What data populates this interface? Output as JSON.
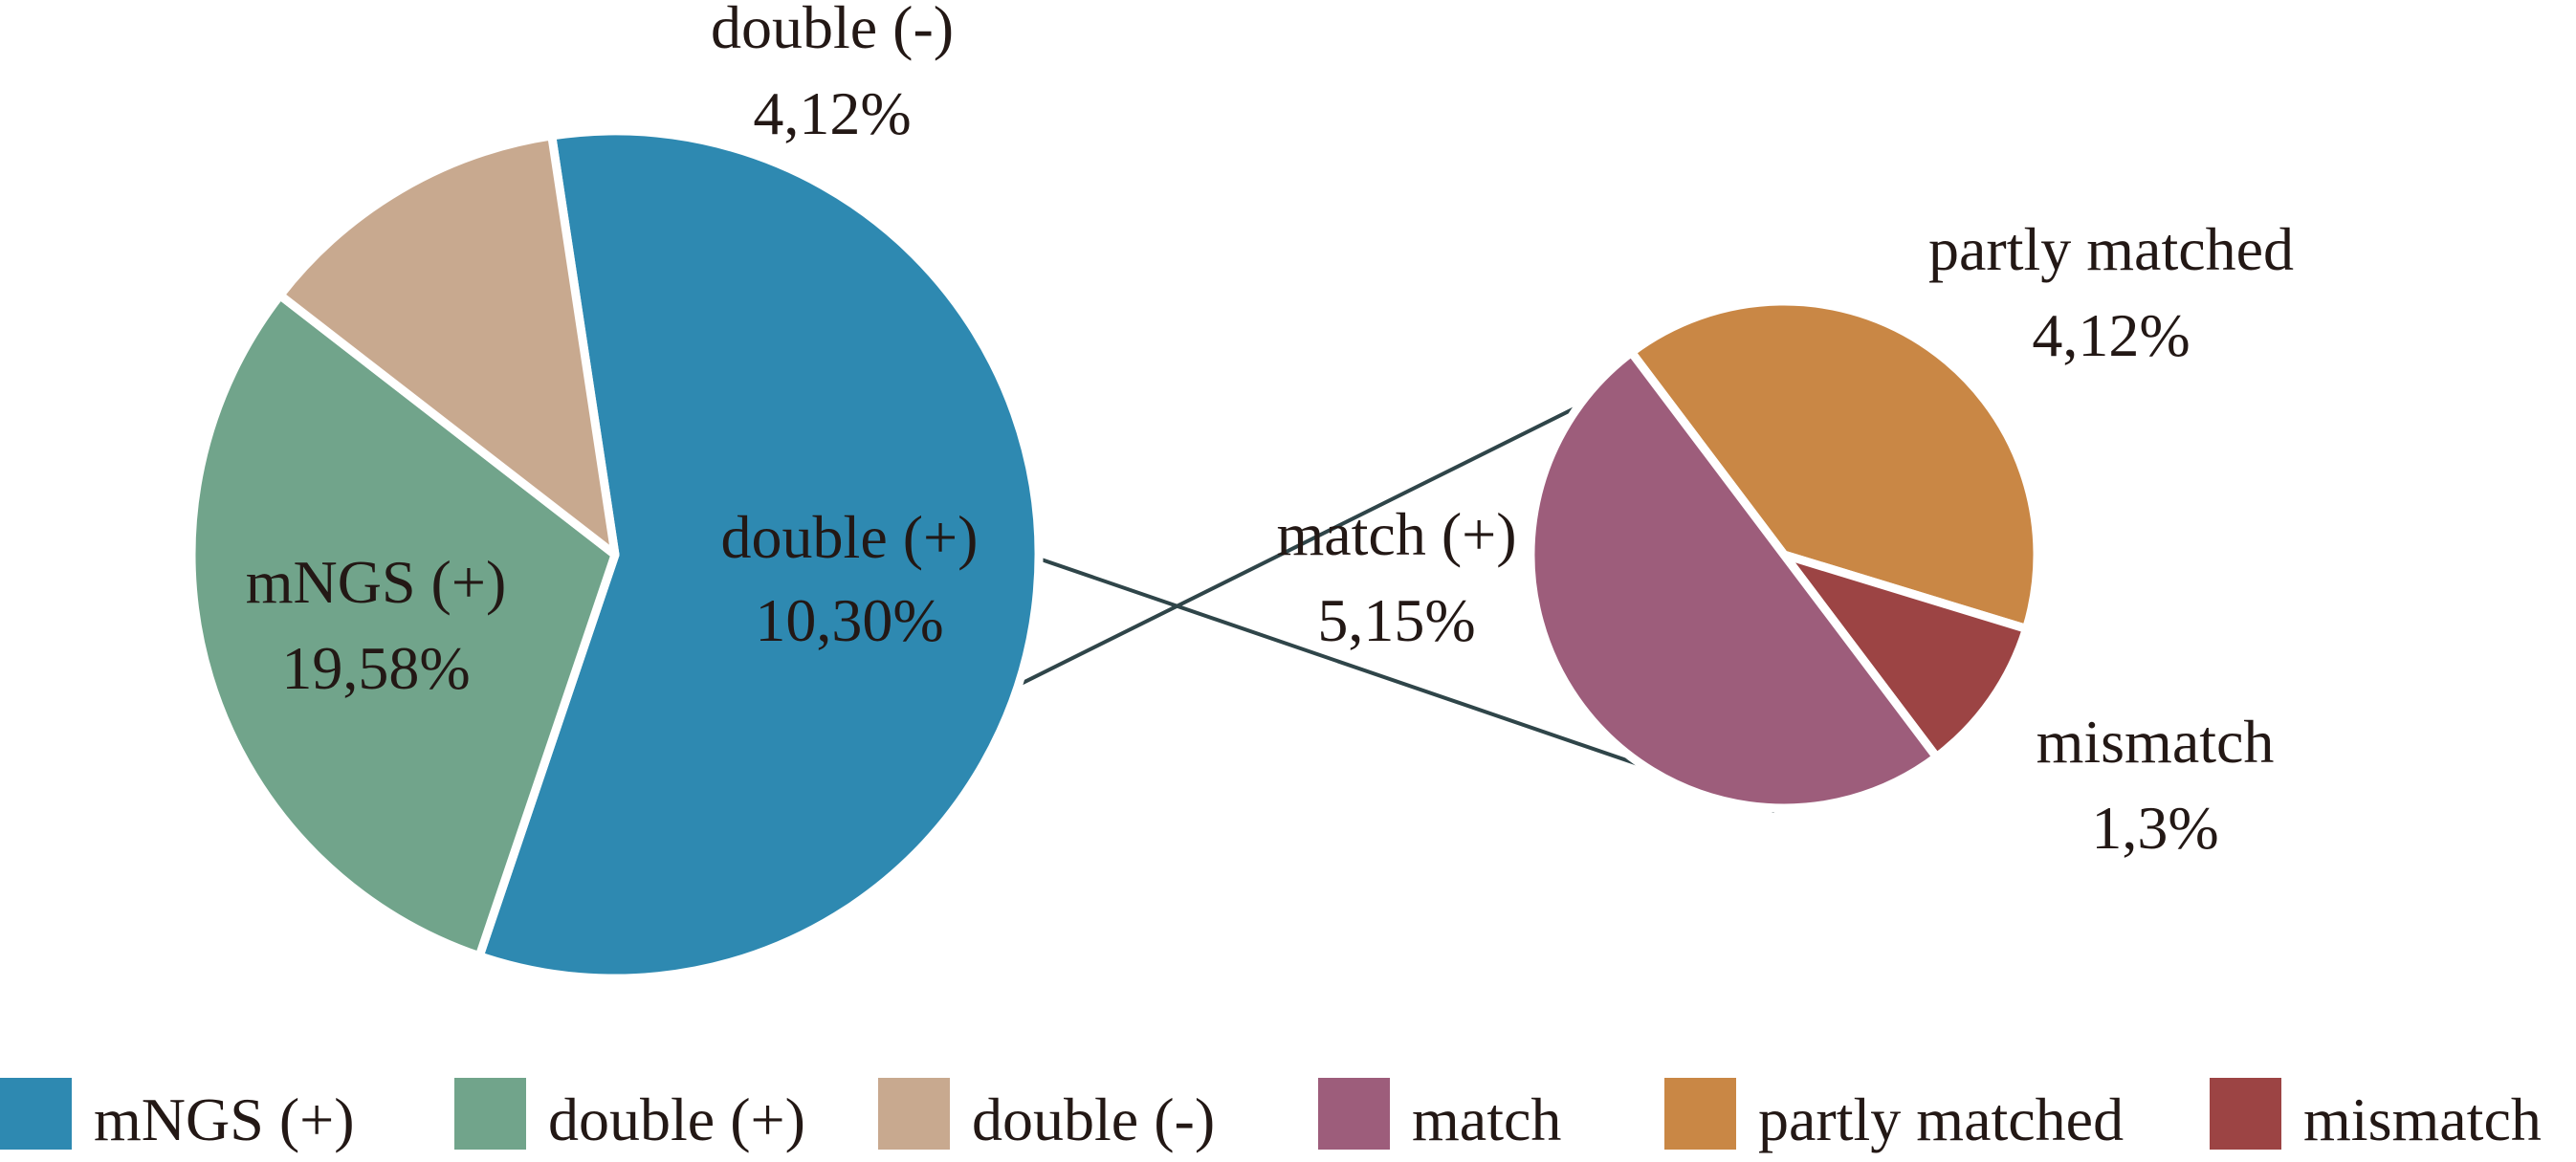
{
  "chart_data": [
    {
      "type": "pie",
      "slices": [
        {
          "name": "mNGS (+)",
          "count": 19,
          "label": "mNGS (+)",
          "value_label": "19,58%",
          "color": "#2e89b1"
        },
        {
          "name": "double (+)",
          "count": 10,
          "label": "double (+)",
          "value_label": "10,30%",
          "color": "#71a48b"
        },
        {
          "name": "double (-)",
          "count": 4,
          "label": "double (-)",
          "value_label": "4,12%",
          "color": "#c8a98f"
        }
      ]
    },
    {
      "type": "pie",
      "expands": "double (+)",
      "slices": [
        {
          "name": "partly matched",
          "count": 4,
          "label": "partly matched",
          "value_label": "4,12%",
          "color": "#c98745"
        },
        {
          "name": "mismatch",
          "count": 1,
          "label": "mismatch",
          "value_label": "1,3%",
          "color": "#9c4444"
        },
        {
          "name": "match",
          "count": 5,
          "label": "match (+)",
          "value_label": "5,15%",
          "color": "#9d5d7b"
        }
      ]
    }
  ],
  "legend": [
    {
      "label": "mNGS (+)",
      "color": "#2e89b1"
    },
    {
      "label": "double (+)",
      "color": "#71a48b"
    },
    {
      "label": "double (-)",
      "color": "#c8a98f"
    },
    {
      "label": "match",
      "color": "#9d5d7b"
    },
    {
      "label": "partly matched",
      "color": "#c98745"
    },
    {
      "label": "mismatch",
      "color": "#9c4444"
    }
  ],
  "connector_color": "#2f4549"
}
